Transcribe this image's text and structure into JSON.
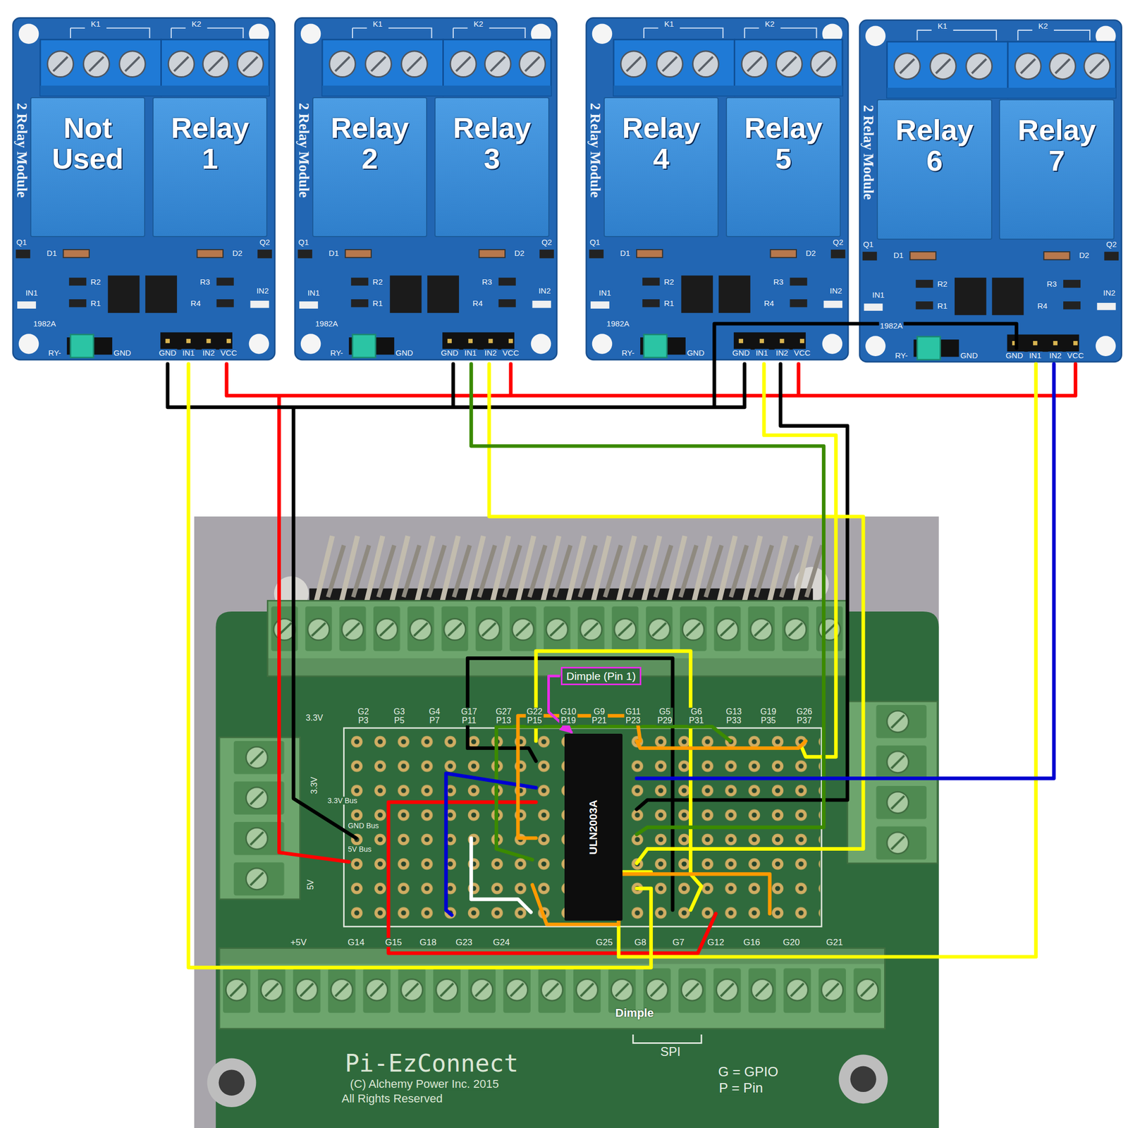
{
  "diagram": {
    "nodes": [
      {
        "text": [
          "2 Relay Module"
        ]
      },
      {
        "text": [
          "Not Used"
        ],
        "in": 0
      },
      {
        "text": [
          "Relay 1"
        ],
        "in": 0
      },
      {
        "text": [
          "2 Relay Module"
        ]
      },
      {
        "text": [
          "Relay 2"
        ],
        "in": 3
      },
      {
        "text": [
          "Relay 3"
        ],
        "in": 3
      },
      {
        "text": [
          "2 Relay Module"
        ]
      },
      {
        "text": [
          "Relay 4"
        ],
        "in": 6
      },
      {
        "text": [
          "Relay 5"
        ],
        "in": 6
      },
      {
        "text": [
          "2 Relay Module"
        ]
      },
      {
        "text": [
          "Relay 6"
        ],
        "in": 9
      },
      {
        "text": [
          "Relay 7"
        ],
        "in": 9
      },
      {
        "text": [
          "Pi-EzConnect"
        ]
      },
      {
        "text": [
          "Dimple (Pin 1)"
        ],
        "in": 12
      },
      {
        "text": [
          "ULN2003A"
        ],
        "in": 12
      }
    ],
    "edges": [
      {
        "from": 13,
        "to": 14,
        "arrow": "to"
      }
    ],
    "labels": [
      "K1",
      "K2",
      "Q1",
      "D1",
      "D2",
      "Q2",
      "R2",
      "R1",
      "R3",
      "R4",
      "IN1",
      "IN2",
      "1982A",
      "RY-",
      "GND",
      "GND",
      "IN1",
      "IN2",
      "VCC",
      "K1",
      "K2",
      "Q1",
      "D1",
      "D2",
      "Q2",
      "R2",
      "R1",
      "R3",
      "R4",
      "IN1",
      "IN2",
      "1982A",
      "RY-",
      "GND",
      "GND",
      "IN1",
      "IN2",
      "VCC",
      "K1",
      "K2",
      "Q1",
      "D1",
      "D2",
      "Q2",
      "R2",
      "R1",
      "R3",
      "R4",
      "IN1",
      "IN2",
      "1982A",
      "RY-",
      "GND",
      "GND",
      "IN1",
      "IN2",
      "VCC",
      "K1",
      "K2",
      "Q1",
      "D1",
      "D2",
      "Q2",
      "R2",
      "R1",
      "R3",
      "R4",
      "IN1",
      "IN2",
      "1982A",
      "RY-",
      "GND",
      "GND",
      "IN1",
      "IN2",
      "VCC",
      "G2 P3",
      "G3 P5",
      "G4 P7",
      "G17 P11",
      "G27 P13",
      "G22 P15",
      "G10 P19",
      "G9 P21",
      "G11 P23",
      "G5 P29",
      "G6 P31",
      "G13 P33",
      "G19 P35",
      "G26 P37",
      "3.3V",
      "3.3V Bus",
      "GND Bus",
      "5V Bus",
      "3.3V",
      "5V",
      "+5V",
      "G14",
      "G15",
      "G18",
      "G23",
      "G24",
      "G25",
      "G8",
      "G7",
      "G12",
      "G16",
      "G20",
      "G21",
      "SPI",
      "G = GPIO",
      "P = Pin",
      "Dimple",
      "(C) Alchemy Power Inc. 2015",
      "All Rights Reserved"
    ]
  }
}
